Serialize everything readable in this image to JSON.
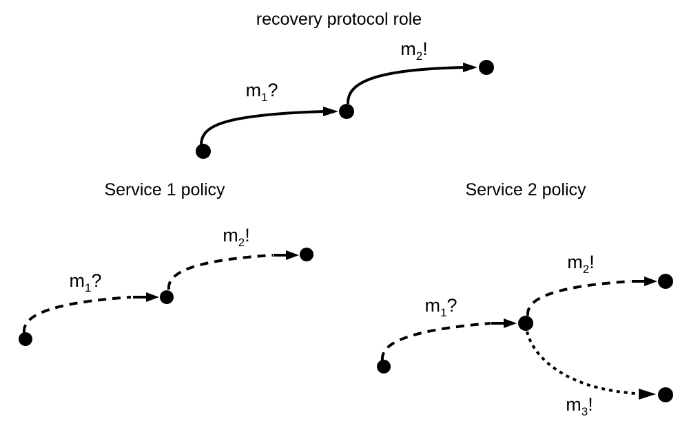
{
  "figure": {
    "background": "#ffffff",
    "ink": "#000000"
  },
  "recovery": {
    "title": "recovery protocol role",
    "line_style": "solid",
    "state_count": 3,
    "transitions": [
      {
        "base": "m",
        "sub": "1",
        "suffix": "?",
        "line": "solid",
        "kind": "receive"
      },
      {
        "base": "m",
        "sub": "2",
        "suffix": "!",
        "line": "solid",
        "kind": "send"
      }
    ]
  },
  "service1": {
    "title": "Service 1 policy",
    "line_style": "dashed",
    "state_count": 3,
    "transitions": [
      {
        "base": "m",
        "sub": "1",
        "suffix": "?",
        "line": "dashed",
        "kind": "receive"
      },
      {
        "base": "m",
        "sub": "2",
        "suffix": "!",
        "line": "dashed",
        "kind": "send"
      }
    ]
  },
  "service2": {
    "title": "Service 2 policy",
    "line_style": "dashed",
    "state_count": 4,
    "transitions": [
      {
        "base": "m",
        "sub": "1",
        "suffix": "?",
        "line": "dashed",
        "kind": "receive"
      },
      {
        "base": "m",
        "sub": "2",
        "suffix": "!",
        "line": "dashed",
        "kind": "send"
      },
      {
        "base": "m",
        "sub": "3",
        "suffix": "!",
        "line": "dotted",
        "kind": "send"
      }
    ]
  }
}
